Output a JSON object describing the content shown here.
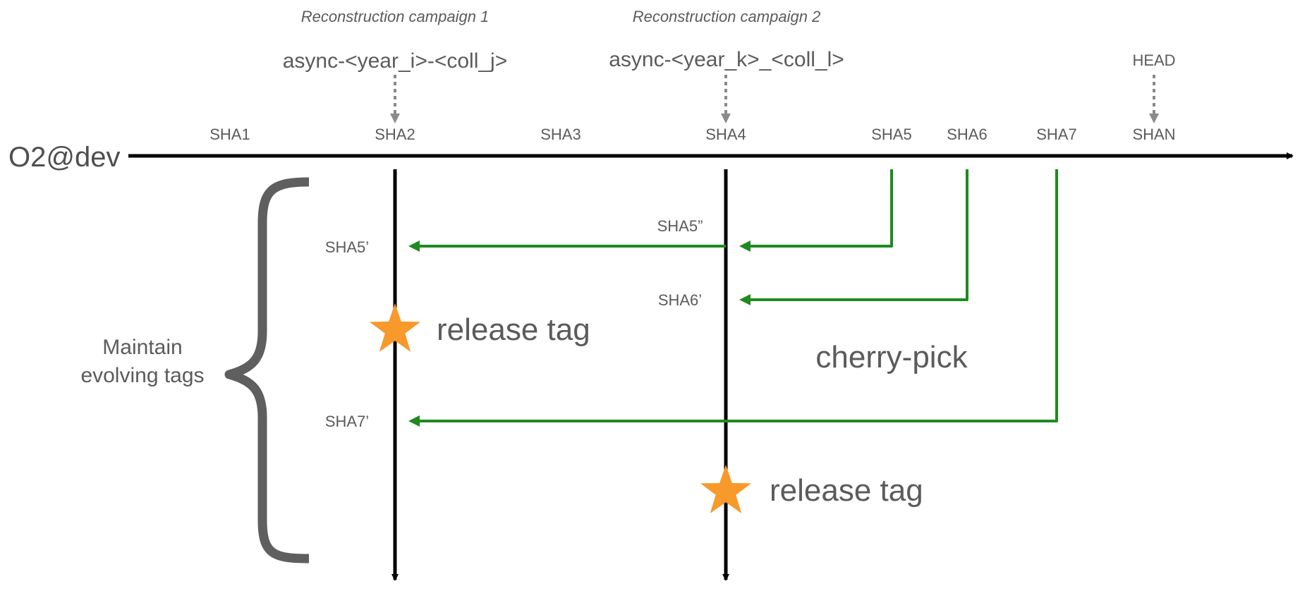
{
  "campaigns": [
    {
      "title": "Reconstruction campaign 1",
      "tag": "async-<year_i>-<coll_j>"
    },
    {
      "title": "Reconstruction campaign 2",
      "tag": "async-<year_k>_<coll_l>"
    }
  ],
  "head_label": "HEAD",
  "branch_label": "O2@dev",
  "main_commits": [
    "SHA1",
    "SHA2",
    "SHA3",
    "SHA4",
    "SHA5",
    "SHA6",
    "SHA7",
    "SHAN"
  ],
  "picked_commits": {
    "sha5_prime": "SHA5’",
    "sha7_prime": "SHA7’",
    "sha5_double_prime": "SHA5”",
    "sha6_prime": "SHA6’"
  },
  "release_tag_label": "release tag",
  "cherry_pick_label": "cherry-pick",
  "brace_label_lines": [
    "Maintain",
    "evolving tags"
  ],
  "colors": {
    "branch_line": "#000000",
    "cherry_pick": "#1f8a1f",
    "star": "#f7992b",
    "brace": "#5f5f5f",
    "dotted_arrow": "#8a8a8a",
    "text": "#5b5b5b"
  }
}
